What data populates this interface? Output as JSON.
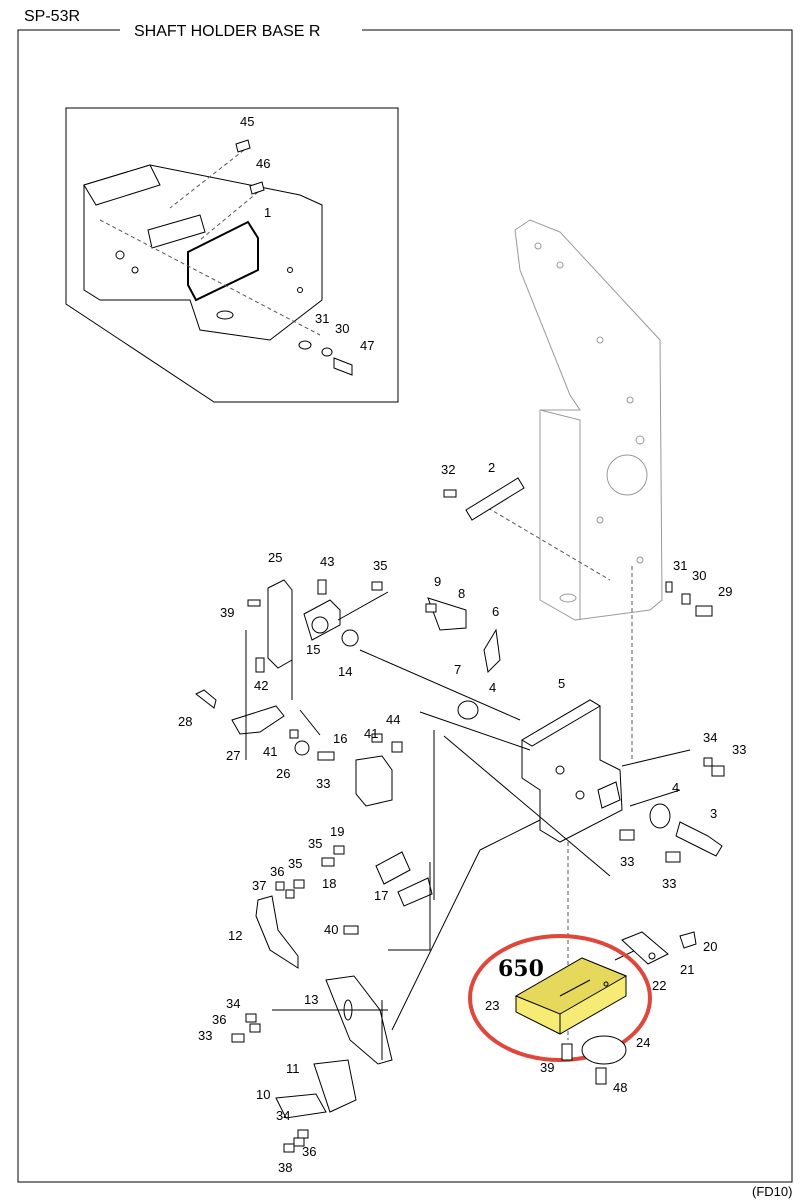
{
  "header": {
    "model": "SP-53R",
    "title": "SHAFT HOLDER BASE R"
  },
  "footer": {
    "code": "(FD10)"
  },
  "highlight": {
    "label": "650",
    "part_color": "#f5eb75",
    "circle_color": "#e0463a"
  },
  "callouts": [
    "45",
    "46",
    "1",
    "31",
    "30",
    "47",
    "32",
    "2",
    "31",
    "30",
    "29",
    "25",
    "43",
    "35",
    "39",
    "9",
    "8",
    "6",
    "15",
    "14",
    "7",
    "4",
    "5",
    "42",
    "28",
    "27",
    "41",
    "26",
    "44",
    "41",
    "16",
    "34",
    "33",
    "33",
    "4",
    "3",
    "19",
    "35",
    "18",
    "33",
    "36",
    "35",
    "37",
    "17",
    "33",
    "40",
    "12",
    "20",
    "21",
    "22",
    "23",
    "24",
    "13",
    "34",
    "36",
    "33",
    "39",
    "48",
    "11",
    "10",
    "34",
    "36",
    "38"
  ]
}
